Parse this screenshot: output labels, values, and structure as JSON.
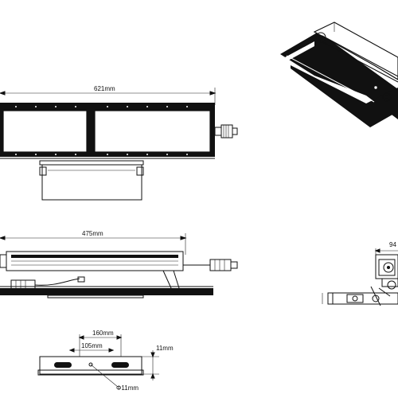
{
  "drawing": {
    "dimensions": {
      "top_width": "621mm",
      "side_width": "475mm",
      "bracket_outer": "160mm",
      "bracket_inner": "105mm",
      "bracket_height": "11mm",
      "hole_diameter": "Φ11mm",
      "end_depth": "94"
    }
  },
  "colors": {
    "line": "#111111",
    "fill": "#111111",
    "background": "#ffffff"
  }
}
